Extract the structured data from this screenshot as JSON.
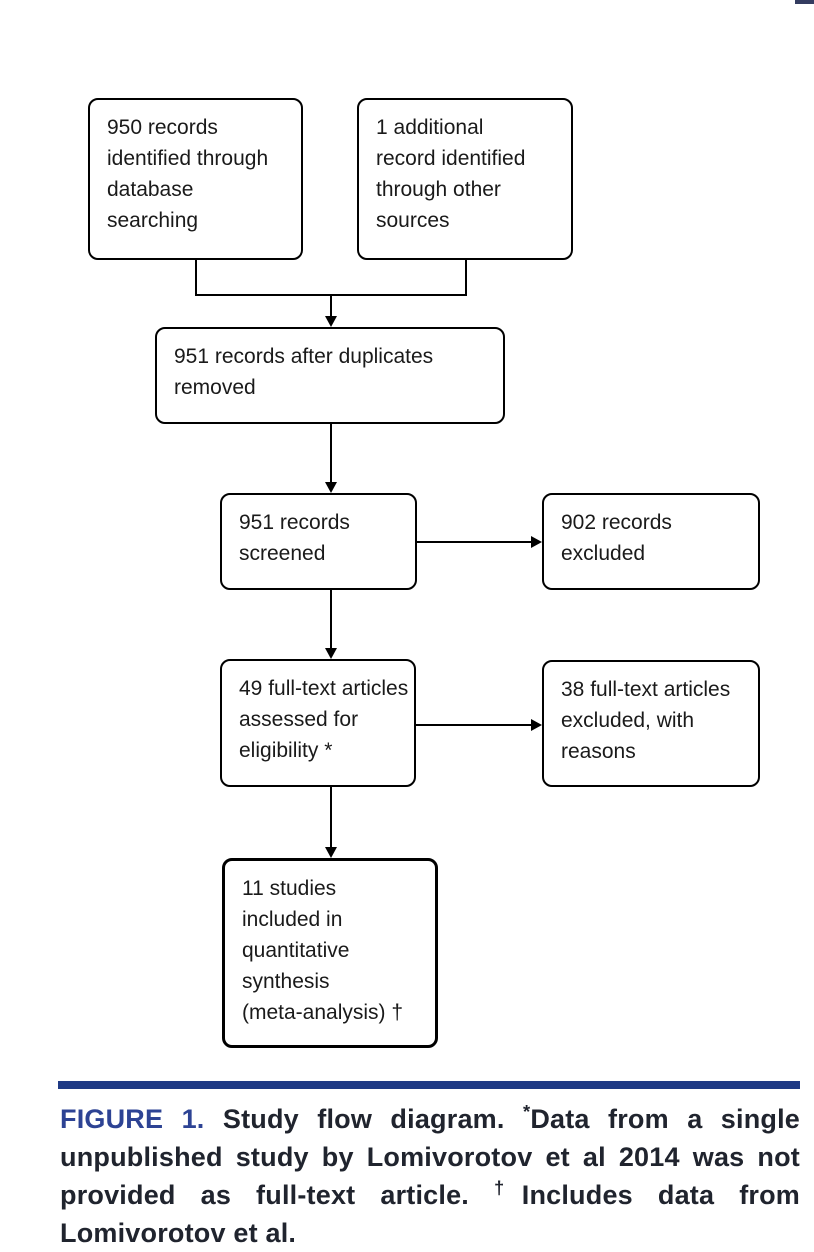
{
  "page": {
    "background": "#ffffff",
    "top_right_accent_color": "#343c60",
    "rule_color": "#1f3a85",
    "caption_label_color": "#2d4394",
    "caption_text_color": "#20242e",
    "box_border_color": "#000000",
    "box_text_color": "#1a1a1a"
  },
  "diagram": {
    "boxes": {
      "identified_db": {
        "text": "950 records\nidentified through\ndatabase\nsearching"
      },
      "identified_other": {
        "text": "1 additional\nrecord identified\nthrough other\nsources"
      },
      "after_duplicates": {
        "text": "951 records after duplicates\nremoved"
      },
      "screened": {
        "text": "951 records\nscreened"
      },
      "records_excluded": {
        "text": "902 records\nexcluded"
      },
      "fulltext_assessed": {
        "text": "49 full-text articles\nassessed for\neligibility *"
      },
      "fulltext_excluded": {
        "text": "38 full-text articles\nexcluded, with\nreasons"
      },
      "included": {
        "text": "11 studies\nincluded in\nquantitative\nsynthesis\n(meta-analysis) †"
      }
    },
    "flow": [
      "identified_db + identified_other -> after_duplicates",
      "after_duplicates -> screened",
      "screened -> records_excluded",
      "screened -> fulltext_assessed",
      "fulltext_assessed -> fulltext_excluded",
      "fulltext_assessed -> included"
    ]
  },
  "caption": {
    "label": "FIGURE 1.",
    "text": "Study flow diagram.",
    "star_marker": "*",
    "star_text": "Data from a single unpublished study by Lomivorotov et al 2014 was not provided as full-text article.",
    "dagger_marker": "†",
    "dagger_text": "Includes data from Lomivorotov et al."
  }
}
